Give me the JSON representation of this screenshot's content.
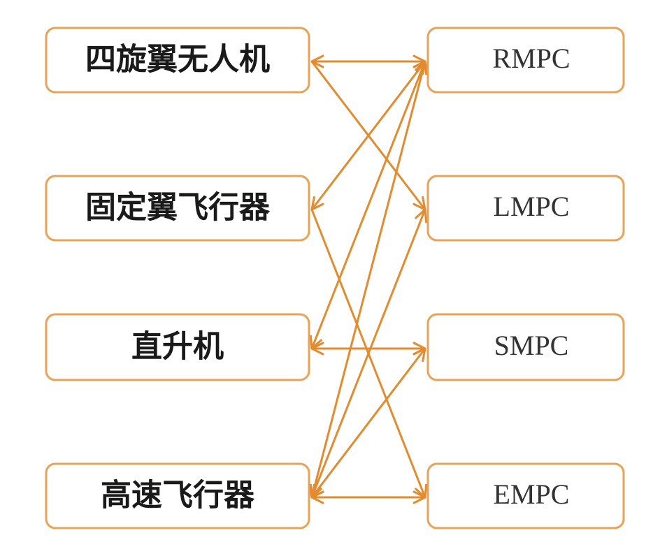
{
  "colors": {
    "box_border": "#E9A358",
    "edge": "#E38B2F",
    "text": "#1a1a1a"
  },
  "left_nodes": [
    {
      "id": "quadrotor",
      "label": "四旋翼无人机"
    },
    {
      "id": "fixed_wing",
      "label": "固定翼飞行器"
    },
    {
      "id": "helicopter",
      "label": "直升机"
    },
    {
      "id": "high_speed",
      "label": "高速飞行器"
    }
  ],
  "right_nodes": [
    {
      "id": "rmpc",
      "label": "RMPC"
    },
    {
      "id": "lmpc",
      "label": "LMPC"
    },
    {
      "id": "smpc",
      "label": "SMPC"
    },
    {
      "id": "empc",
      "label": "EMPC"
    }
  ],
  "edges": [
    {
      "from": "quadrotor",
      "to": "rmpc",
      "bidirectional": true
    },
    {
      "from": "quadrotor",
      "to": "lmpc",
      "bidirectional": false
    },
    {
      "from": "fixed_wing",
      "to": "rmpc",
      "bidirectional": true
    },
    {
      "from": "fixed_wing",
      "to": "empc",
      "bidirectional": false
    },
    {
      "from": "helicopter",
      "to": "rmpc",
      "bidirectional": true
    },
    {
      "from": "helicopter",
      "to": "smpc",
      "bidirectional": true
    },
    {
      "from": "high_speed",
      "to": "rmpc",
      "bidirectional": true
    },
    {
      "from": "high_speed",
      "to": "lmpc",
      "bidirectional": true
    },
    {
      "from": "high_speed",
      "to": "smpc",
      "bidirectional": true
    },
    {
      "from": "high_speed",
      "to": "empc",
      "bidirectional": true
    }
  ]
}
